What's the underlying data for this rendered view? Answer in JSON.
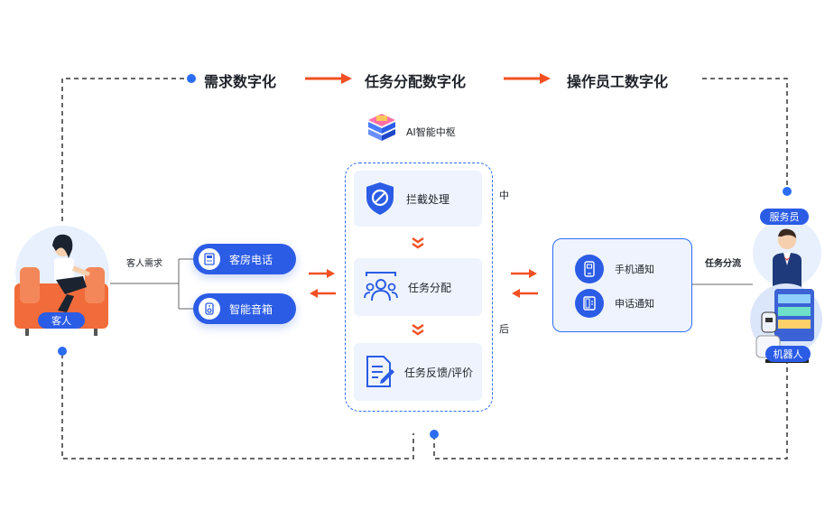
{
  "top_flow": {
    "step1": "需求数字化",
    "step2": "任务分配数字化",
    "step3": "操作员工数字化"
  },
  "ai_hub": {
    "label": "AI智能中枢"
  },
  "guest": {
    "badge": "客人",
    "demand_label": "客人需求",
    "channels": [
      {
        "label": "客房电话",
        "icon": "phone-icon"
      },
      {
        "label": "智能音箱",
        "icon": "speaker-icon"
      }
    ]
  },
  "center": {
    "side_top": "中",
    "side_bottom": "后",
    "cards": [
      {
        "label": "拦截处理",
        "icon": "block-icon"
      },
      {
        "label": "任务分配",
        "icon": "team-icon"
      },
      {
        "label": "任务反馈/评价",
        "icon": "feedback-doc-icon"
      }
    ]
  },
  "notify": {
    "items": [
      {
        "label": "手机通知",
        "icon": "mobile-icon"
      },
      {
        "label": "申话通知",
        "icon": "phone-icon"
      }
    ],
    "dispatch_label": "任务分流"
  },
  "staff": {
    "waiter_badge": "服务员",
    "robot_badge": "机器人"
  },
  "colors": {
    "primary": "#2b5ce6",
    "accent_orange": "#f25022",
    "card_bg": "#eef3fd",
    "dashed": "#333333"
  }
}
